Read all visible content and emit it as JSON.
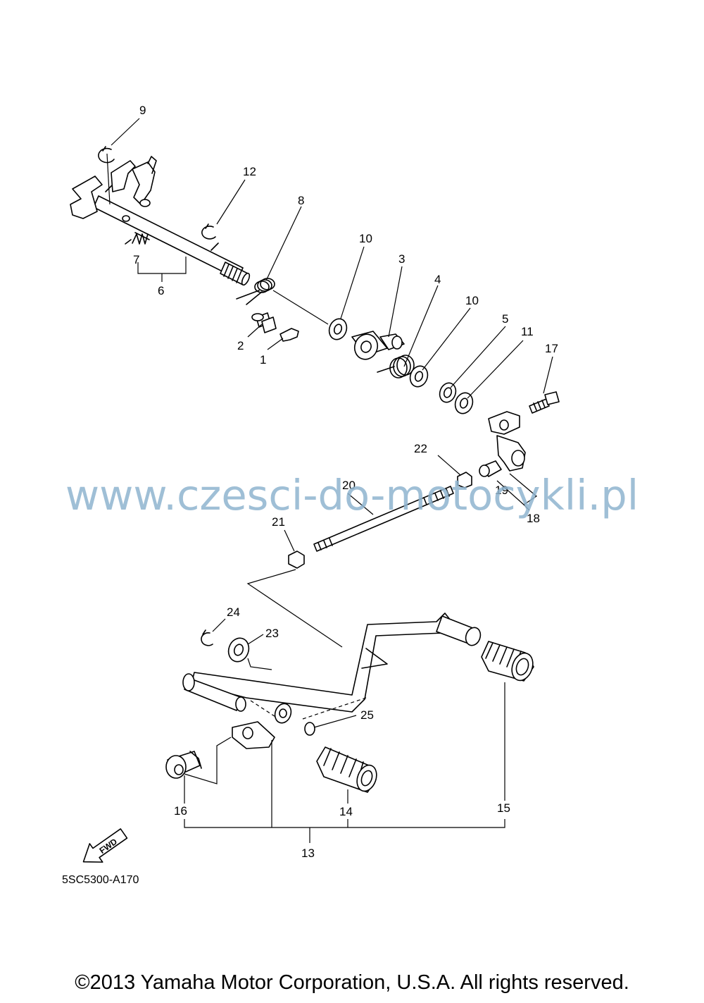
{
  "watermark": "www.czesci-do-motocykli.pl",
  "diagram_code": "5SC5300-A170",
  "copyright": "©2013 Yamaha Motor Corporation, U.S.A. All rights reserved.",
  "fwd_label": "FWD",
  "callouts": {
    "c1": "1",
    "c2": "2",
    "c3": "3",
    "c4": "4",
    "c5": "5",
    "c6": "6",
    "c7": "7",
    "c8": "8",
    "c9": "9",
    "c10a": "10",
    "c10b": "10",
    "c11": "11",
    "c12": "12",
    "c13": "13",
    "c14": "14",
    "c15": "15",
    "c16": "16",
    "c17": "17",
    "c18": "18",
    "c19": "19",
    "c20": "20",
    "c21": "21",
    "c22": "22",
    "c23": "23",
    "c24": "24",
    "c25": "25"
  }
}
